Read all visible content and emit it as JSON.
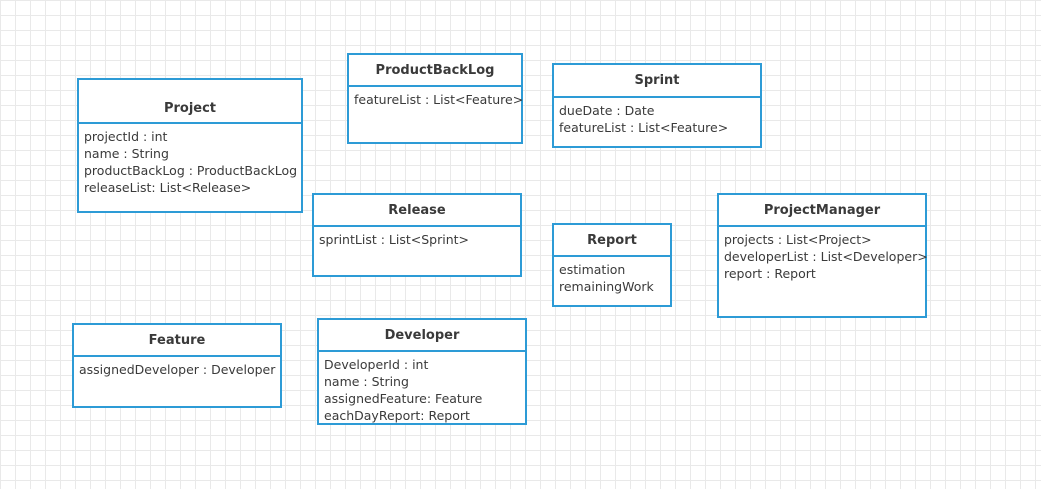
{
  "classes": {
    "project": {
      "name": "Project",
      "attributes": [
        "projectId : int",
        "name : String",
        "productBackLog : ProductBackLog",
        "releaseList: List<Release>"
      ]
    },
    "productbacklog": {
      "name": "ProductBackLog",
      "attributes": [
        "featureList : List<Feature>"
      ]
    },
    "sprint": {
      "name": "Sprint",
      "attributes": [
        "dueDate : Date",
        "featureList : List<Feature>"
      ]
    },
    "release": {
      "name": "Release",
      "attributes": [
        "sprintList : List<Sprint>"
      ]
    },
    "report": {
      "name": "Report",
      "attributes": [
        "estimation",
        "remainingWork"
      ]
    },
    "projectmanager": {
      "name": "ProjectManager",
      "attributes": [
        "projects : List<Project>",
        "developerList : List<Developer>",
        "report : Report"
      ]
    },
    "feature": {
      "name": "Feature",
      "attributes": [
        "assignedDeveloper : Developer"
      ]
    },
    "developer": {
      "name": "Developer",
      "attributes": [
        "DeveloperId : int",
        "name : String",
        "assignedFeature: Feature",
        "eachDayReport: Report"
      ]
    }
  },
  "colors": {
    "border": "#2d9bd6",
    "grid": "#e9e9e9",
    "text": "#3a3a3a"
  }
}
